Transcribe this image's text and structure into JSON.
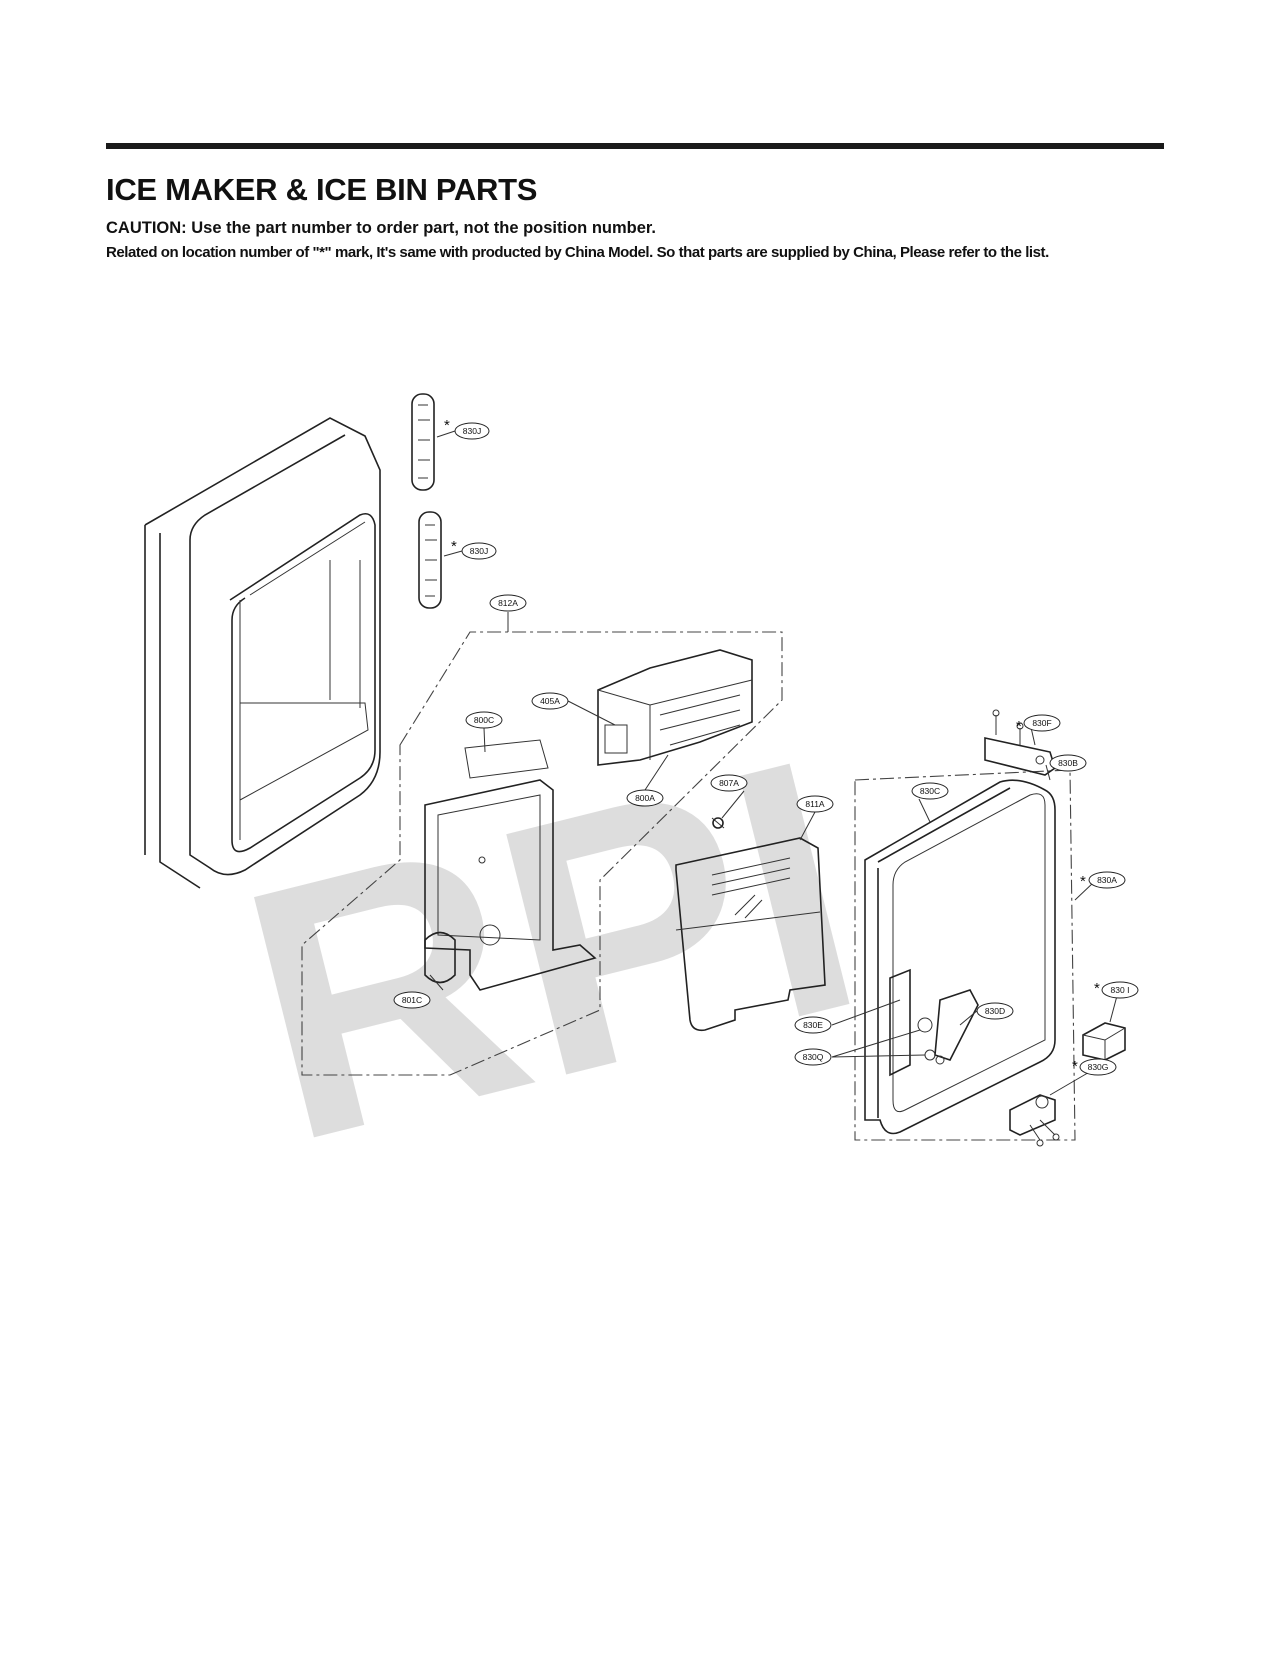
{
  "header": {
    "title": "ICE MAKER & ICE BIN PARTS",
    "caution": "CAUTION: Use the part number to order part, not the position number.",
    "note": "Related on location number of \"*\" mark, It's same with producted by China Model. So that parts are supplied by China, Please refer to the list."
  },
  "watermark": "RPI",
  "labels": {
    "l830J_a": "830J",
    "l830J_b": "830J",
    "l812A": "812A",
    "l405A": "405A",
    "l800C": "800C",
    "l800A": "800A",
    "l807A": "807A",
    "l811A": "811A",
    "l801C": "801C",
    "l830F": "830F",
    "l830B": "830B",
    "l830C": "830C",
    "l830A": "830A",
    "l830I": "830 I",
    "l830D": "830D",
    "l830E": "830E",
    "l830Q": "830Q",
    "l830G": "830G"
  },
  "star": "*"
}
